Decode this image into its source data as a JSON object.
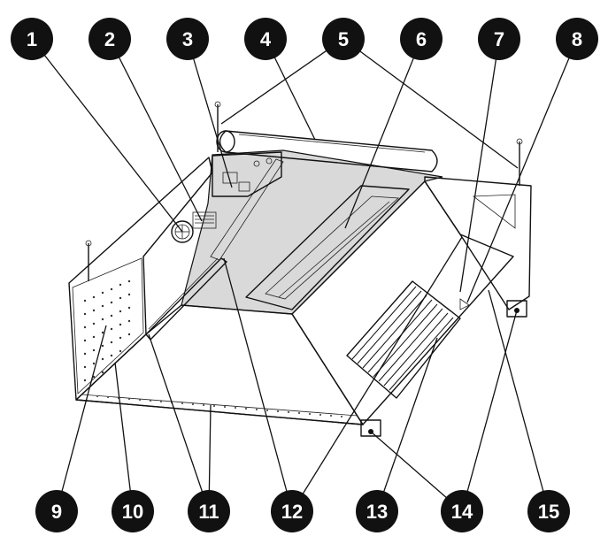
{
  "figure": {
    "description_kind": "exploded-style callout diagram of a ceiling kitchen hood",
    "callouts": [
      {
        "id": "callout-1",
        "number": "1"
      },
      {
        "id": "callout-2",
        "number": "2"
      },
      {
        "id": "callout-3",
        "number": "3"
      },
      {
        "id": "callout-4",
        "number": "4"
      },
      {
        "id": "callout-5",
        "number": "5"
      },
      {
        "id": "callout-6",
        "number": "6"
      },
      {
        "id": "callout-7",
        "number": "7"
      },
      {
        "id": "callout-8",
        "number": "8"
      },
      {
        "id": "callout-9",
        "number": "9"
      },
      {
        "id": "callout-10",
        "number": "10"
      },
      {
        "id": "callout-11",
        "number": "11"
      },
      {
        "id": "callout-12",
        "number": "12"
      },
      {
        "id": "callout-13",
        "number": "13"
      },
      {
        "id": "callout-14",
        "number": "14"
      },
      {
        "id": "callout-15",
        "number": "15"
      }
    ],
    "colors": {
      "callout_fill": "#111111",
      "callout_text": "#ffffff",
      "panel_light": "#ffffff",
      "panel_grey": "#d9d9d9",
      "line": "#111111"
    }
  }
}
